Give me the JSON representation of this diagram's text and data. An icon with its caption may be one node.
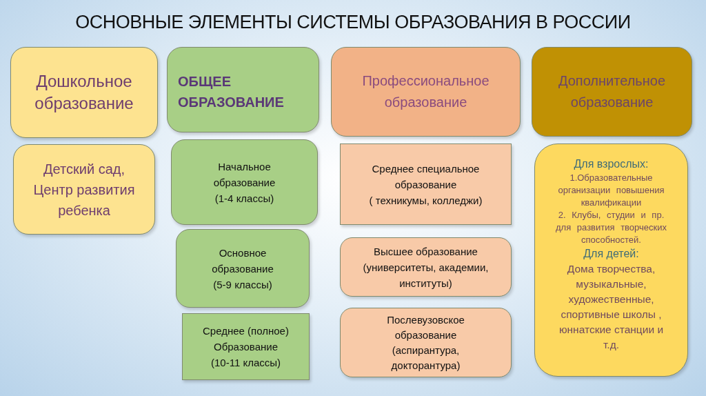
{
  "diagram": {
    "title": "ОСНОВНЫЕ ЭЛЕМЕНТЫ СИСТЕМЫ ОБРАЗОВАНИЯ В РОССИИ",
    "nodes": [
      {
        "text": [
          "Дошкольное образование"
        ]
      },
      {
        "text": [
          "ОБЩЕЕ ОБРАЗОВАНИЕ"
        ]
      },
      {
        "text": [
          "Профессиональное образование"
        ]
      },
      {
        "text": [
          "Дополнительное образование"
        ]
      },
      {
        "text": [
          "Детский сад, Центр развития ребенка"
        ]
      },
      {
        "text": [
          "Начальное образование (1-4 классы)"
        ]
      },
      {
        "text": [
          "Основное образование (5-9 классы)"
        ]
      },
      {
        "text": [
          "Среднее (полное) Образование (10-11 классы)"
        ]
      },
      {
        "text": [
          "Среднее специальное образование ( техникумы, колледжи)"
        ]
      },
      {
        "text": [
          "Высшее образование (университеты, академии, институты)"
        ]
      },
      {
        "text": [
          "Послевузовское образование (аспирантура, докторантура)"
        ]
      },
      {
        "text": [
          "Для взрослых:",
          "1.Образовательные организации повышения квалификации",
          "2. Клубы, студии и пр. для развития творческих способностей.",
          "Для детей:",
          "Дома творчества, музыкальные, художественные, спортивные школы , юннатские станции и т.д."
        ]
      }
    ]
  }
}
